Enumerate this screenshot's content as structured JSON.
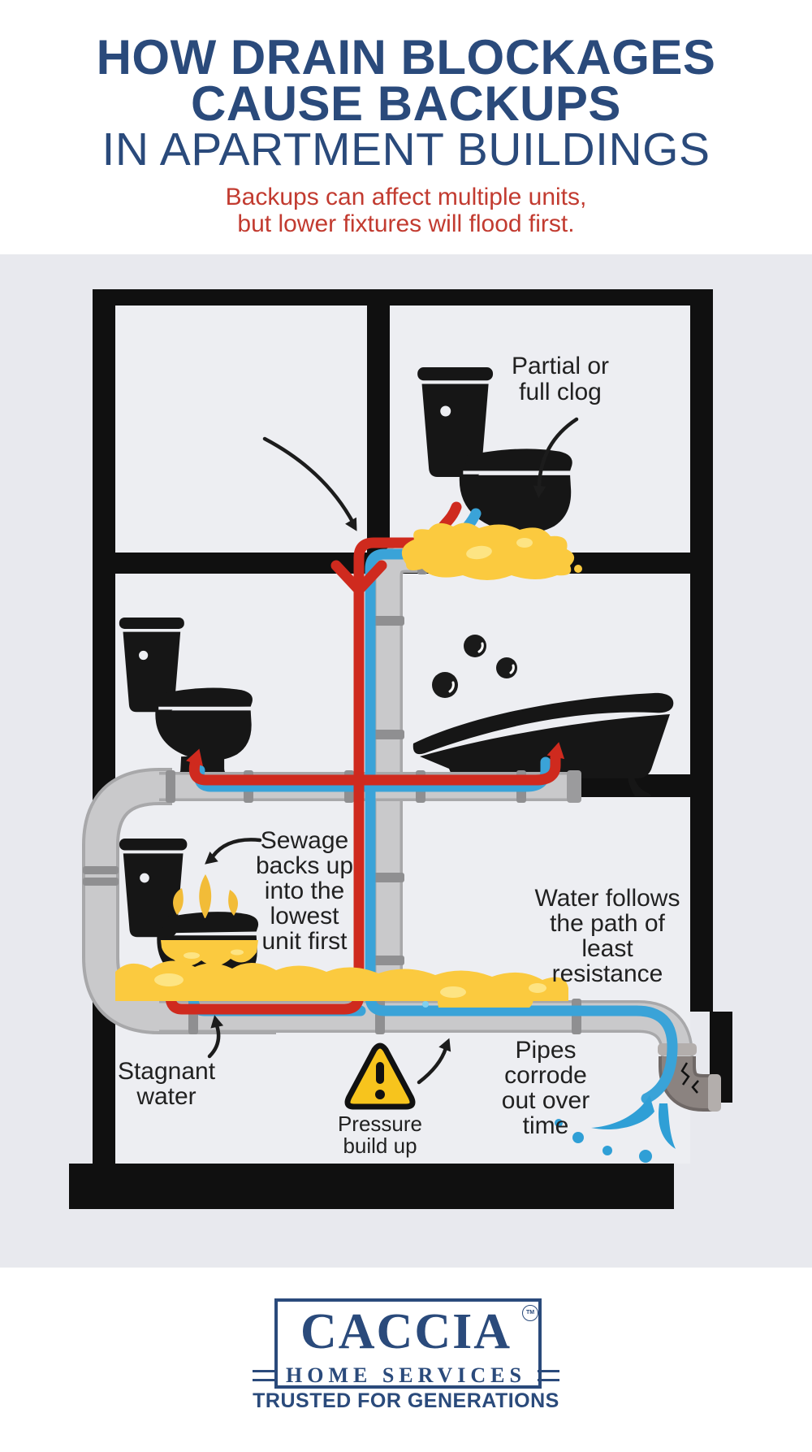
{
  "title": {
    "line1": "HOW DRAIN BLOCKAGES",
    "line2": "CAUSE BACKUPS",
    "line3": "IN APARTMENT BUILDINGS",
    "color": "#2a4a7b"
  },
  "subtitle": {
    "line1": "Backups can affect multiple units,",
    "line2": "but lower fixtures will flood first.",
    "color": "#c23b30"
  },
  "diagram": {
    "labels": {
      "partial_clog": {
        "lines": [
          "Partial or",
          "full clog"
        ]
      },
      "sewage_backup": {
        "lines": [
          "Sewage",
          "backs up",
          "into the",
          "lowest",
          "unit first"
        ]
      },
      "water_path": {
        "lines": [
          "Water follows",
          "the path of",
          "least",
          "resistance"
        ]
      },
      "stagnant_water": {
        "lines": [
          "Stagnant",
          "water"
        ]
      },
      "pressure": {
        "lines": [
          "Pressure",
          "build up"
        ]
      },
      "pipes_corrode": {
        "lines": [
          "Pipes",
          "corrode",
          "out over",
          "time"
        ]
      }
    },
    "colors": {
      "sewage_flow_red": "#cf2a1e",
      "water_flow_blue": "#3aa3d8",
      "pipe_gray": "#c6c6c8",
      "sewage_yellow": "#fbca3f",
      "warning_yellow": "#f7c41d",
      "fixture_black": "#161616",
      "background_band": "#e8e9ee",
      "room_gray": "#edeef2"
    }
  },
  "footer": {
    "brand": "CACCIA",
    "trademark": "TM",
    "subbrand": "HOME SERVICES",
    "tagline": "TRUSTED FOR GENERATIONS",
    "color": "#2a4a7b"
  }
}
